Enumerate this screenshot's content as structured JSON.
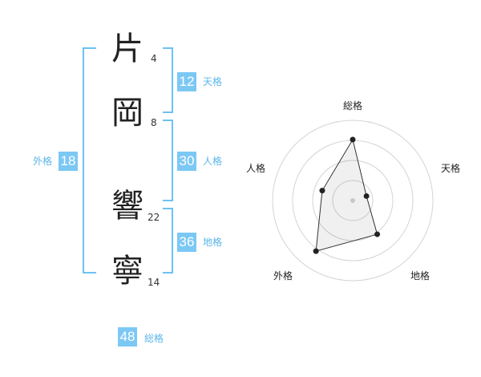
{
  "name": {
    "chars": [
      {
        "char": "片",
        "strokes": "4"
      },
      {
        "char": "岡",
        "strokes": "8"
      },
      {
        "char": "響",
        "strokes": "22"
      },
      {
        "char": "寧",
        "strokes": "14"
      }
    ]
  },
  "fortunes": {
    "tenkaku": {
      "value": "12",
      "label": "天格"
    },
    "jinkaku": {
      "value": "30",
      "label": "人格"
    },
    "chikaku": {
      "value": "36",
      "label": "地格"
    },
    "gaikaku": {
      "value": "18",
      "label": "外格"
    },
    "soukaku": {
      "value": "48",
      "label": "総格"
    }
  },
  "colors": {
    "accent": "#7cc8f5",
    "bracket": "#6ec1f2"
  },
  "chart_data": {
    "type": "radar",
    "axes": [
      "総格",
      "天格",
      "地格",
      "外格",
      "人格"
    ],
    "values": [
      0.76,
      0.18,
      0.52,
      0.78,
      0.4
    ],
    "range": [
      0,
      1
    ],
    "rings": 4
  }
}
